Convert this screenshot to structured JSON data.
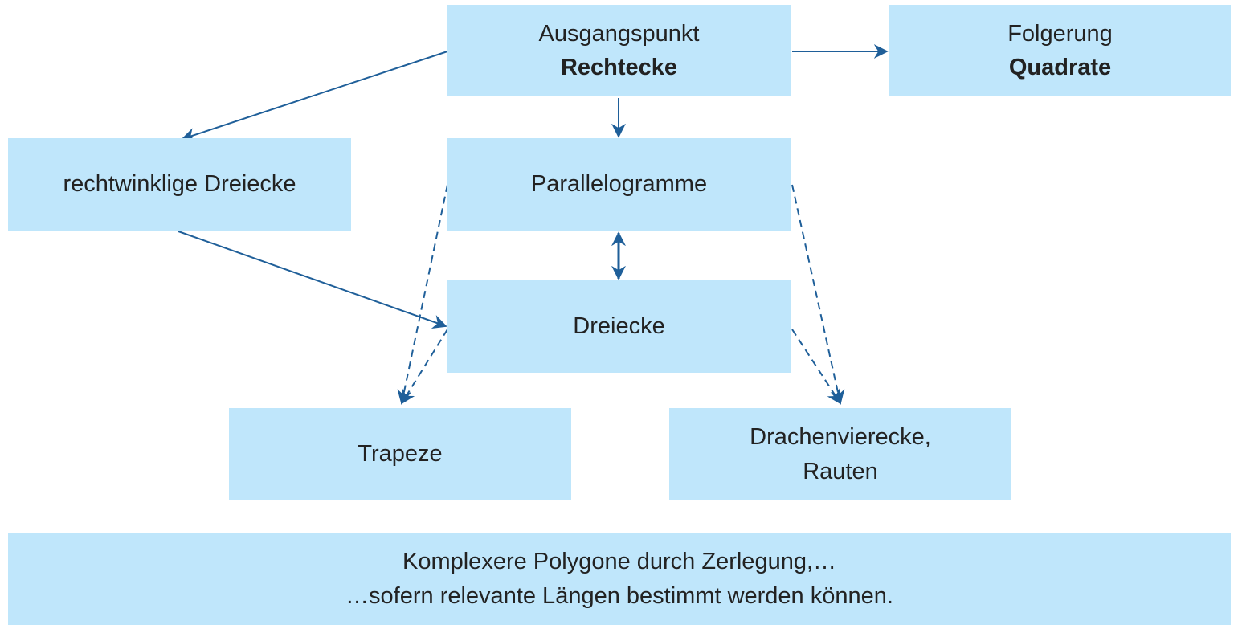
{
  "nodes": {
    "start": {
      "line1": "Ausgangspunkt",
      "line2": "Rechtecke"
    },
    "conclusion": {
      "line1": "Folgerung",
      "line2": "Quadrate"
    },
    "right_triangles": {
      "label": "rechtwinklige Dreiecke"
    },
    "parallelograms": {
      "label": "Parallelogramme"
    },
    "triangles": {
      "label": "Dreiecke"
    },
    "trapezoids": {
      "label": "Trapeze"
    },
    "kites": {
      "line1": "Drachenvierecke,",
      "line2": "Rauten"
    },
    "complex": {
      "line1": "Komplexere Polygone durch Zerlegung,…",
      "line2": "…sofern relevante Längen bestimmt werden können."
    }
  },
  "colors": {
    "box_fill": "#bfe6fb",
    "arrow": "#1f5f99",
    "text": "#222222"
  }
}
